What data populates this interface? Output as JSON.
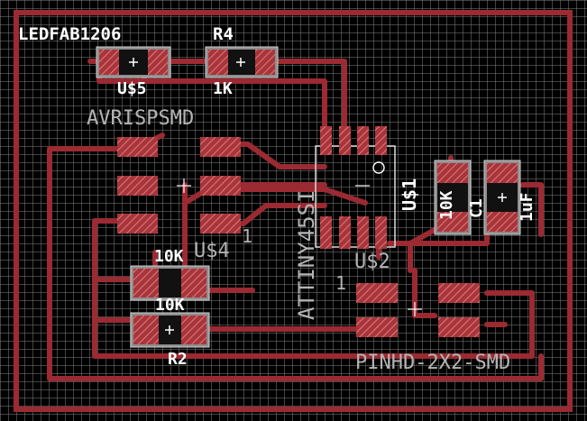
{
  "colors": {
    "board_bg": "#000000",
    "trace": "#9b2a32",
    "pad": "#a9353b",
    "pad_hatch": "#e08a8a",
    "silk": "#f0f0f0",
    "name_text": "#b4b4b4"
  },
  "components": {
    "led": {
      "name": "LEDFAB1206",
      "value": "U$5"
    },
    "r4": {
      "name": "R4",
      "value": "1K"
    },
    "avrisp": {
      "name": "AVRISPSMD",
      "value": "U$4",
      "pin1": "1"
    },
    "r_top": {
      "value": "10K"
    },
    "r2": {
      "name": "R2",
      "value": "10K"
    },
    "attiny": {
      "name": "ATTINY45SI",
      "value": "U$1"
    },
    "c1": {
      "name": "C1",
      "value": "10K"
    },
    "c_right": {
      "value": "1uF"
    },
    "pinhd": {
      "name": "PINHD-2X2-SMD",
      "value": "U$2",
      "pin1": "1"
    }
  }
}
